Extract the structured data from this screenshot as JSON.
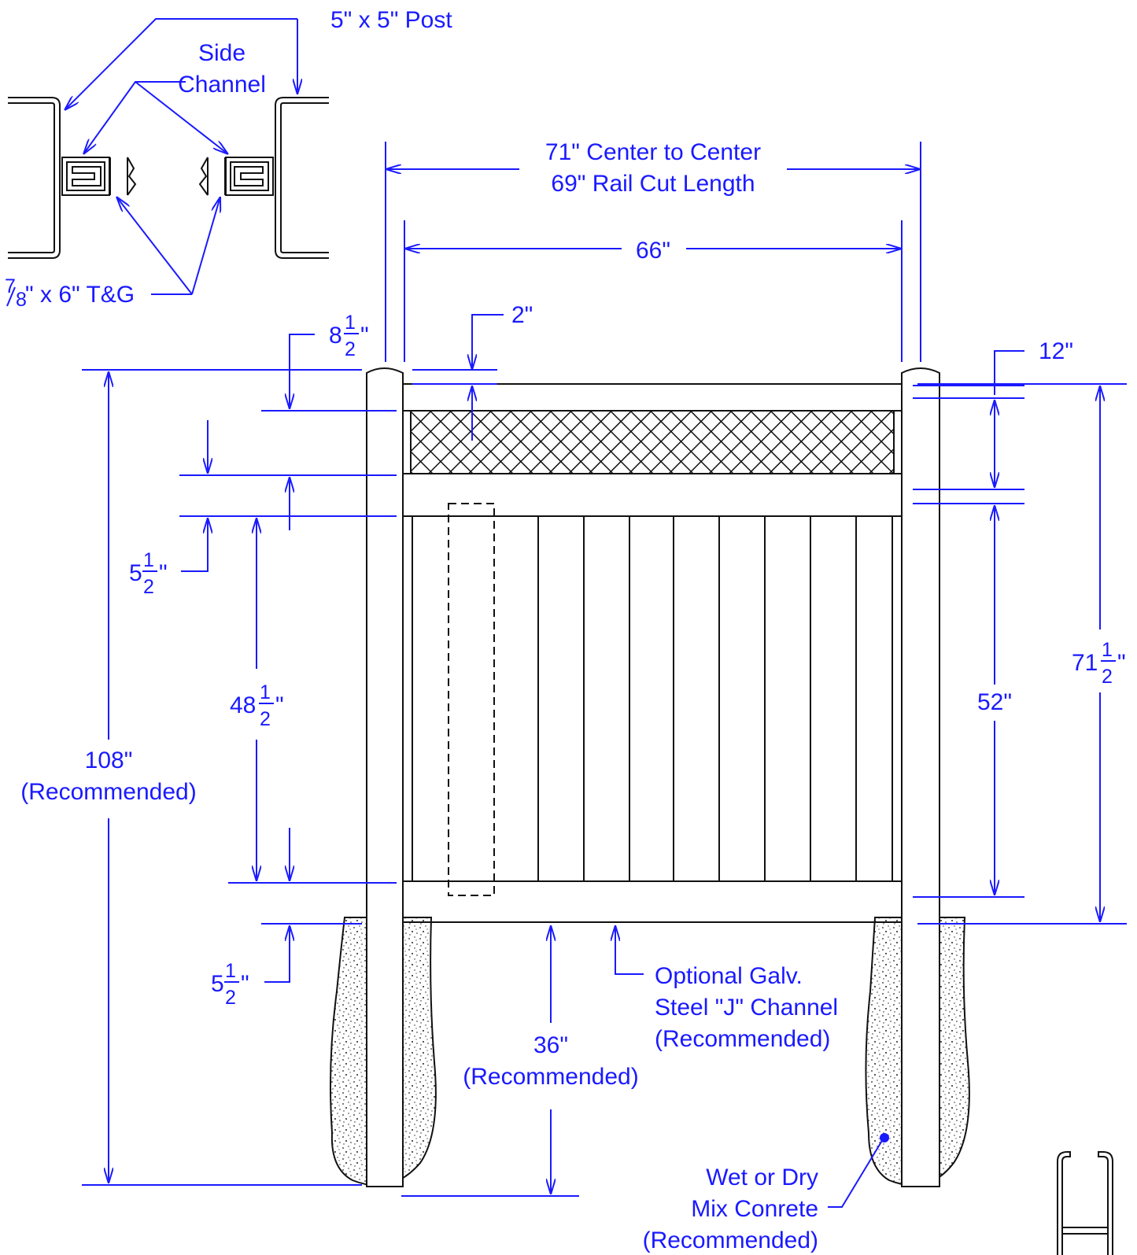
{
  "labels": {
    "post": "5\" x 5\" Post",
    "side_channel_1": "Side",
    "side_channel_2": "Channel",
    "tg_num": "7",
    "tg_den": "8",
    "tg_rest": "\" x 6\" T&G",
    "center_to_center": "71\" Center to Center",
    "rail_cut": "69\" Rail Cut Length",
    "inner_width": "66\"",
    "two_inch": "2\"",
    "eight_half_whole": "8",
    "eight_half_unit": "\"",
    "twelve": "12\"",
    "five_half_upper_whole": "5",
    "five_half_upper_unit": "\"",
    "fortyeight_whole": "48",
    "fortyeight_unit": "\"",
    "total_1": "108\"",
    "total_2": "(Recommended)",
    "fiftytwo": "52\"",
    "seventyone_whole": "71",
    "seventyone_unit": "\"",
    "five_half_lower_whole": "5",
    "five_half_lower_unit": "\"",
    "depth_1": "36\"",
    "depth_2": "(Recommended)",
    "j_channel_1": "Optional Galv.",
    "j_channel_2": "Steel \"J\" Channel",
    "j_channel_3": "(Recommended)",
    "concrete_1": "Wet or Dry",
    "concrete_2": "Mix Conrete",
    "concrete_3": "(Recommended)",
    "half_num": "1",
    "half_den": "2"
  },
  "colors": {
    "dimension": "#1a1aff",
    "linework": "#111111"
  }
}
